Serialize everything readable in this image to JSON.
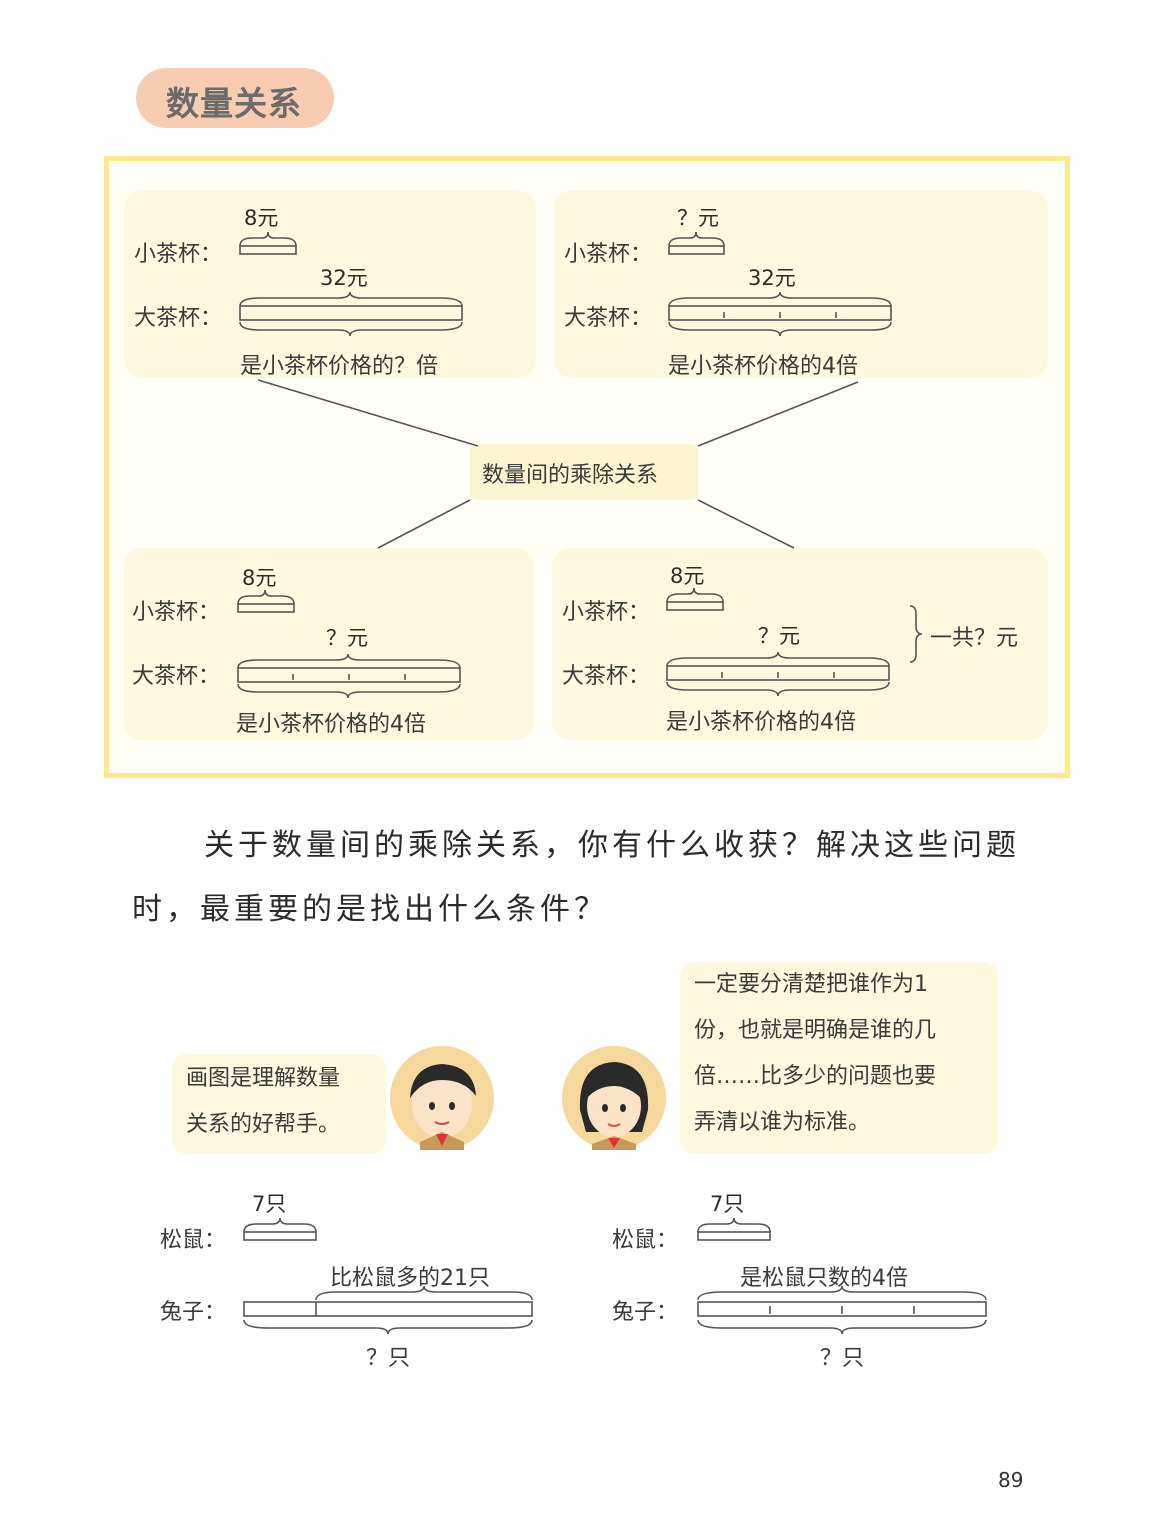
{
  "section_title": "数量关系",
  "center_label": "数量间的乘除关系",
  "panels": [
    {
      "small_label": "小茶杯：",
      "big_label": "大茶杯：",
      "small_value": "8元",
      "big_value": "32元",
      "under_text": "是小茶杯价格的？倍"
    },
    {
      "small_label": "小茶杯：",
      "big_label": "大茶杯：",
      "small_value": "？元",
      "big_value": "32元",
      "under_text": "是小茶杯价格的4倍"
    },
    {
      "small_label": "小茶杯：",
      "big_label": "大茶杯：",
      "small_value": "8元",
      "big_value": "？元",
      "under_text": "是小茶杯价格的4倍"
    },
    {
      "small_label": "小茶杯：",
      "big_label": "大茶杯：",
      "small_value": "8元",
      "big_value": "？元",
      "under_text": "是小茶杯价格的4倍",
      "total_text": "一共？元"
    }
  ],
  "paragraph": {
    "line1": "关于数量间的乘除关系，你有什么收获？解决这些问题",
    "line2": "时，最重要的是找出什么条件？"
  },
  "boy_bubble": {
    "line1": "画图是理解数量",
    "line2": "关系的好帮手。"
  },
  "girl_bubble": {
    "line1": "一定要分清楚把谁作为1",
    "line2": "份，也就是明确是谁的几",
    "line3": "倍……比多少的问题也要",
    "line4": "弄清以谁为标准。"
  },
  "bottom_left": {
    "squirrel_label": "松鼠：",
    "rabbit_label": "兔子：",
    "squirrel_value": "7只",
    "diff_text": "比松鼠多的21只",
    "total_text": "？只"
  },
  "bottom_right": {
    "squirrel_label": "松鼠：",
    "rabbit_label": "兔子：",
    "squirrel_value": "7只",
    "times_text": "是松鼠只数的4倍",
    "total_text": "？只"
  },
  "page_number": "89"
}
